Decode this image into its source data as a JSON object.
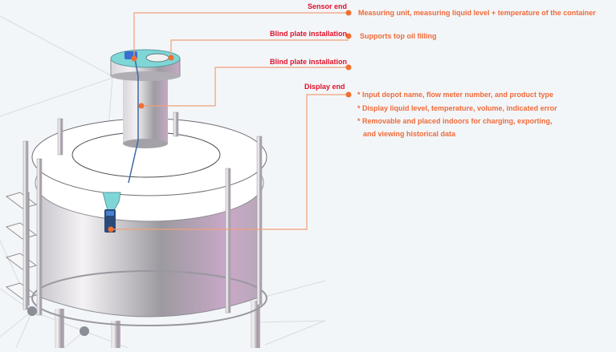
{
  "colors": {
    "background": "#f3f6f8",
    "callout_line": "#f0a07a",
    "dot": "#f07030",
    "label_text": "#e0102a",
    "desc_text": "#f06a3a",
    "tank_metal": "#b8b4bc",
    "flange_teal": "#7fd6d6",
    "sensor_blue": "#3a6fd0",
    "network_node": "#8a8e96"
  },
  "callouts": [
    {
      "id": "sensor-end",
      "label": "Sensor end",
      "description": "Measuring unit, measuring liquid level + temperature of the container"
    },
    {
      "id": "blind-plate-1",
      "label": "Blind plate installation",
      "description": "Supports top oil filling"
    },
    {
      "id": "blind-plate-2",
      "label": "Blind plate installation",
      "description": ""
    },
    {
      "id": "display-end",
      "label": "Display end",
      "bullets": [
        "* Input depot name, flow meter number, and product type",
        "* Display liquid level, temperature, volume, indicated error",
        "* Removable and placed indoors for charging, exporting,",
        "   and viewing historical data"
      ]
    }
  ]
}
